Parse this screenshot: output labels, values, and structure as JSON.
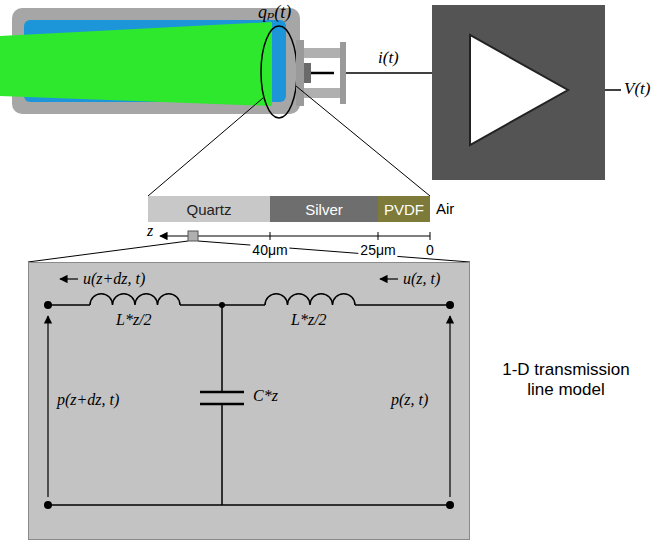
{
  "diagram": {
    "nodes": [
      {
        "text": [
          "Quartz"
        ]
      },
      {
        "text": [
          "Silver"
        ]
      },
      {
        "text": [
          "PVDF"
        ]
      },
      {
        "text": [
          "u(z+dz, t)",
          "u(z, t)",
          "L*z/2",
          "L*z/2",
          "C*z",
          "p(z+dz, t)",
          "p(z, t)"
        ]
      }
    ],
    "labels": [
      "qₚ(t)",
      "i(t)",
      "V(t)",
      "Air",
      "z",
      "40μm",
      "25μm",
      "0",
      "1-D transmission line model"
    ]
  }
}
